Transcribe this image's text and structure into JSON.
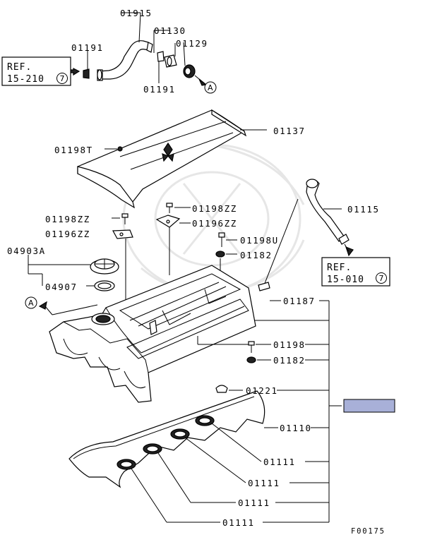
{
  "parts": {
    "p01915": "01915",
    "p01130": "01130",
    "p01191_a": "01191",
    "p01129": "01129",
    "p01191_b": "01191",
    "p01137": "01137",
    "p01198T": "01198T",
    "p01115": "01115",
    "p01198ZZ_a": "01198ZZ",
    "p01196ZZ_a": "01196ZZ",
    "p01198ZZ_b": "01198ZZ",
    "p01196ZZ_b": "01196ZZ",
    "p01198U": "01198U",
    "p04903A": "04903A",
    "p01182_a": "01182",
    "p04907": "04907",
    "p01187": "01187",
    "p01198": "01198",
    "p01182_b": "01182",
    "p01221": "01221",
    "p01110": "01110",
    "p01111_a": "01111",
    "p01111_b": "01111",
    "p01111_c": "01111",
    "p01111_d": "01111"
  },
  "refs": {
    "left": {
      "word": "REF.",
      "number": "15-210",
      "circle": "7"
    },
    "right": {
      "word": "REF.",
      "number": "15-010",
      "circle": "7"
    }
  },
  "markers": {
    "a_top": "A",
    "a_left": "A"
  },
  "figure_code": "F00175",
  "colors": {
    "highlight": "#a8b0d8",
    "line": "#000000",
    "watermark": "#e6e6e6"
  }
}
